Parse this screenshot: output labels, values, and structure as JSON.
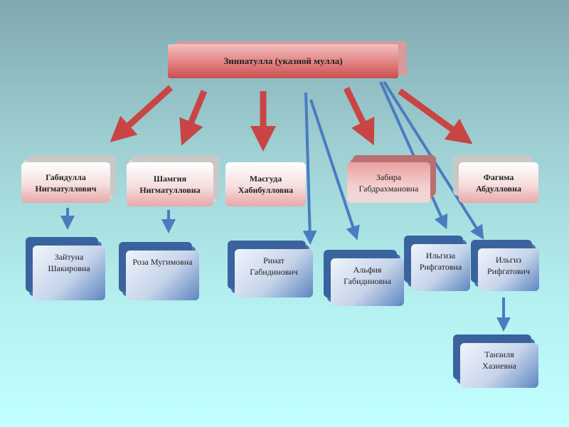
{
  "root": "Зиннатулла (указной мулла)",
  "children": [
    {
      "line1": "Габидулла",
      "line2": "Нигматуллович"
    },
    {
      "line1": "Шамгия",
      "line2": "Нигматулловна"
    },
    {
      "line1": "Масгуда",
      "line2": "Хабибулловна"
    },
    {
      "line1": "Забира",
      "line2": "Габдрахмановна"
    },
    {
      "line1": "Фагима",
      "line2": "Абдулловна"
    }
  ],
  "grandchildren": [
    {
      "line1": "Зайтуна",
      "line2": "Шакировна"
    },
    {
      "line1": "Роза Мугимовна",
      "line2": ""
    },
    {
      "line1": "Ринат",
      "line2": "Габидинович"
    },
    {
      "line1": "Альфия",
      "line2": "Габидиновна"
    },
    {
      "line1": "Ильгиза",
      "line2": "Рифгатовна"
    },
    {
      "line1": "Ильгиз",
      "line2": "Рифгатович"
    },
    {
      "line1": "Танзиля",
      "line2": "Хазиевна"
    }
  ],
  "colors": {
    "red_arrow": "#c94545",
    "blue_arrow": "#4a7cc0"
  }
}
